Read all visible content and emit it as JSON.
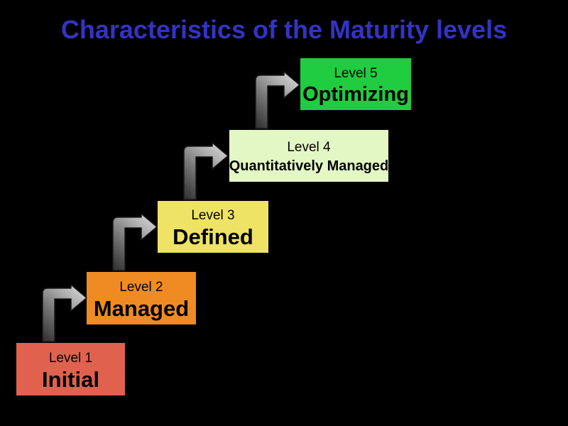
{
  "title": {
    "text": "Characteristics of the Maturity levels",
    "color": "#3333C6"
  },
  "background_color": "#000000",
  "levels": [
    {
      "label": "Level 1",
      "name": "Initial",
      "color": "#E0624E"
    },
    {
      "label": "Level 2",
      "name": "Managed",
      "color": "#EF8B23"
    },
    {
      "label": "Level 3",
      "name": "Defined",
      "color": "#EEE365"
    },
    {
      "label": "Level 4",
      "name": "Quantitatively Managed",
      "color": "#E3F7C4"
    },
    {
      "label": "Level 5",
      "name": "Optimizing",
      "color": "#20CC40"
    }
  ],
  "arrows": [
    {
      "name": "arrow-level-1-to-2"
    },
    {
      "name": "arrow-level-2-to-3"
    },
    {
      "name": "arrow-level-3-to-4"
    },
    {
      "name": "arrow-level-4-to-5"
    }
  ],
  "arrow_gradient": [
    "#2e2e2e",
    "#787878",
    "#b2b2b2",
    "#dadada"
  ]
}
